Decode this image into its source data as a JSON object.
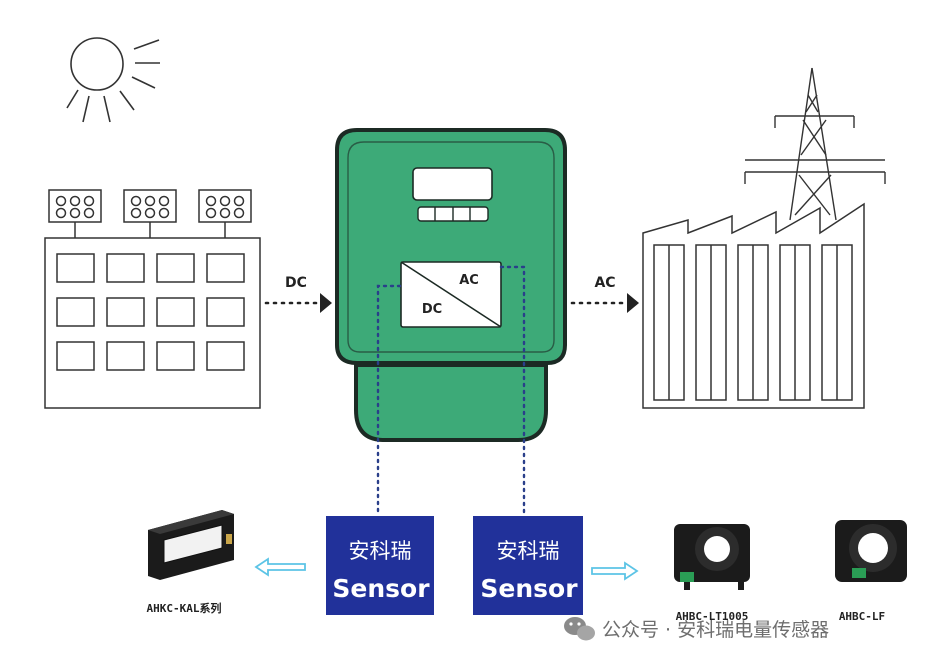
{
  "colors": {
    "inverter_green": "#3daa78",
    "inverter_edge": "#1c2a24",
    "sensor_blue": "#21319a",
    "arrow_blue": "#5cc4e6",
    "line_dots": "#2a3f8a",
    "background": "#ffffff"
  },
  "icons": [
    "sun-icon",
    "solar-panel-array",
    "inverter-unit",
    "factory-building",
    "transmission-tower",
    "sensor-box",
    "current-sensor-product",
    "wechat-icon"
  ],
  "labels": {
    "dc_input": "DC",
    "ac_output": "AC",
    "converter_ac": "AC",
    "converter_dc": "DC"
  },
  "sensors": [
    {
      "brand": "安科瑞",
      "word": "Sensor"
    },
    {
      "brand": "安科瑞",
      "word": "Sensor"
    }
  ],
  "products": [
    {
      "caption": "AHKC-KAL系列"
    },
    {
      "caption": "AHBC-LT1005"
    },
    {
      "caption": "AHBC-LF"
    }
  ],
  "watermark": "公众号 · 安科瑞电量传感器"
}
